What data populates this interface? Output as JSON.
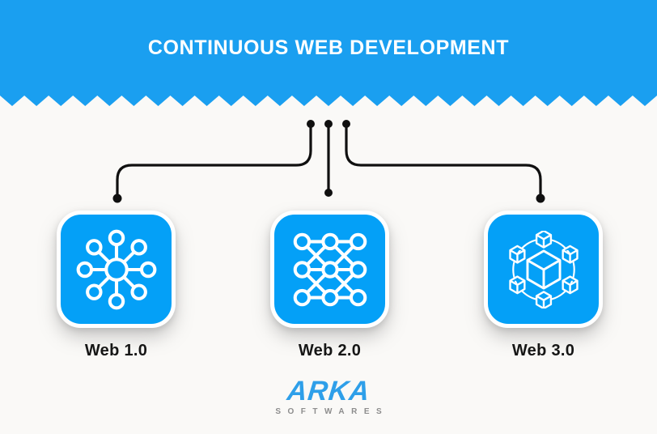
{
  "header": {
    "title": "CONTINUOUS WEB DEVELOPMENT"
  },
  "nodes": [
    {
      "label": "Web 1.0",
      "icon": "hub-network-icon"
    },
    {
      "label": "Web 2.0",
      "icon": "mesh-network-icon"
    },
    {
      "label": "Web 3.0",
      "icon": "blockchain-network-icon"
    }
  ],
  "logo": {
    "brand": "ARKA",
    "tagline": "SOFTWARES"
  },
  "colors": {
    "header_background": "#1A9FF0",
    "header_text": "#FFFFFF",
    "card_fill": "#04A0F7",
    "card_border": "#FFFFFF",
    "icon_stroke": "#FFFFFF",
    "connector": "#101010",
    "page_background": "#FAF9F7",
    "label_text": "#161616",
    "brand_blue": "#2E9FE9",
    "tagline_gray": "#8D8D8D"
  }
}
